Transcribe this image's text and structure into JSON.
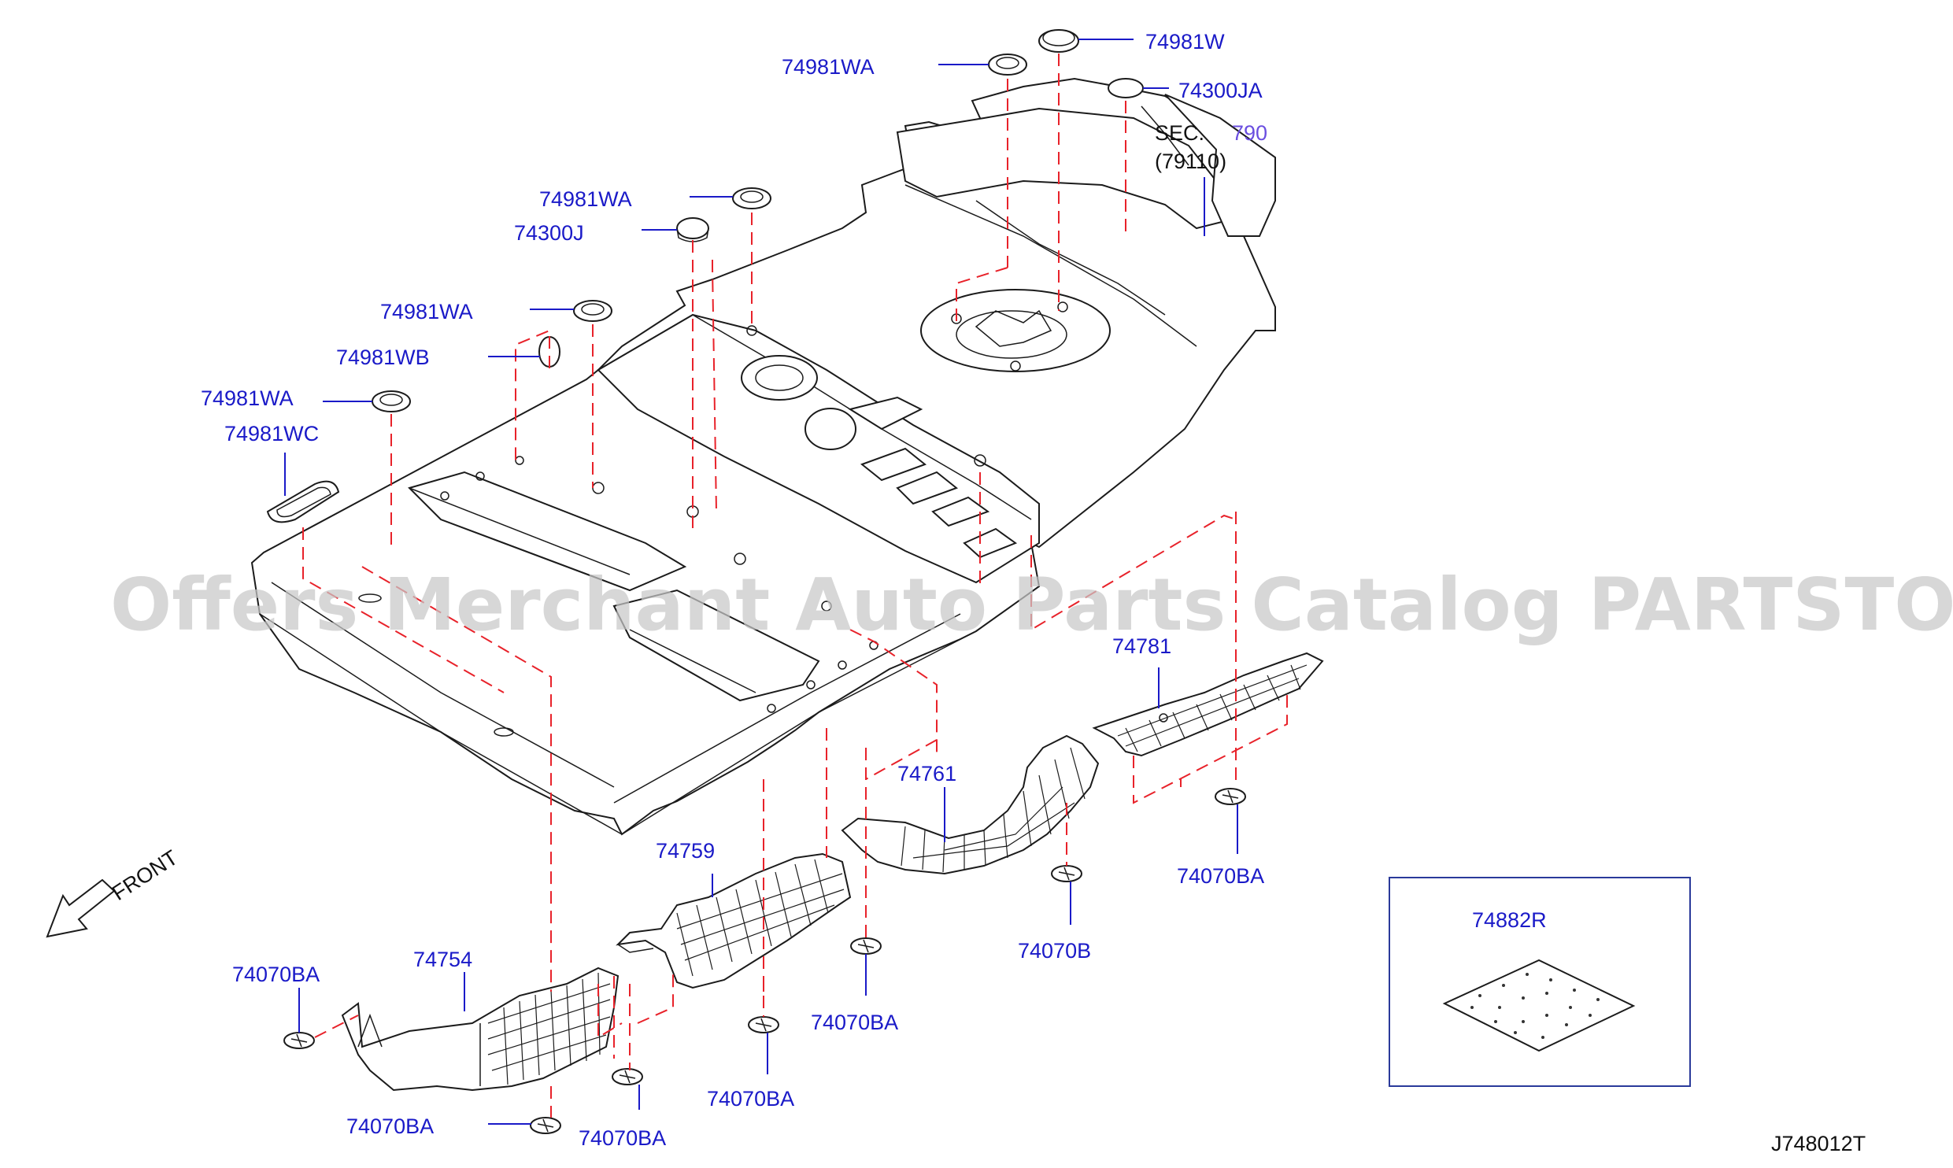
{
  "watermark": "Offers Merchant Auto Parts Catalog PARTSTORE.SA",
  "diagram_id": "J748012T",
  "front_label": "FRONT",
  "section_ref": {
    "prefix": "SEC.",
    "number": "790",
    "sub": "(79110)"
  },
  "labels": {
    "p74981W": "74981W",
    "p74300JA": "74300JA",
    "p74981WA_top": "74981WA",
    "p74981WA_mid": "74981WA",
    "p74300J": "74300J",
    "p74981WA_left": "74981WA",
    "p74981WB": "74981WB",
    "p74981WA_low": "74981WA",
    "p74981WC": "74981WC",
    "p74781": "74781",
    "p74761": "74761",
    "p74759": "74759",
    "p74754": "74754",
    "p74070BA_a": "74070BA",
    "p74070B": "74070B",
    "p74070BA_b": "74070BA",
    "p74070BA_c": "74070BA",
    "p74070BA_d": "74070BA",
    "p74070BA_e": "74070BA",
    "p74070BA_f": "74070BA",
    "p74882R": "74882R"
  },
  "colors": {
    "label": "#1a1ac8",
    "dashed_guide": "#e8222a",
    "line_art": "#1b1b1b",
    "watermark": "#c8c8c8"
  }
}
